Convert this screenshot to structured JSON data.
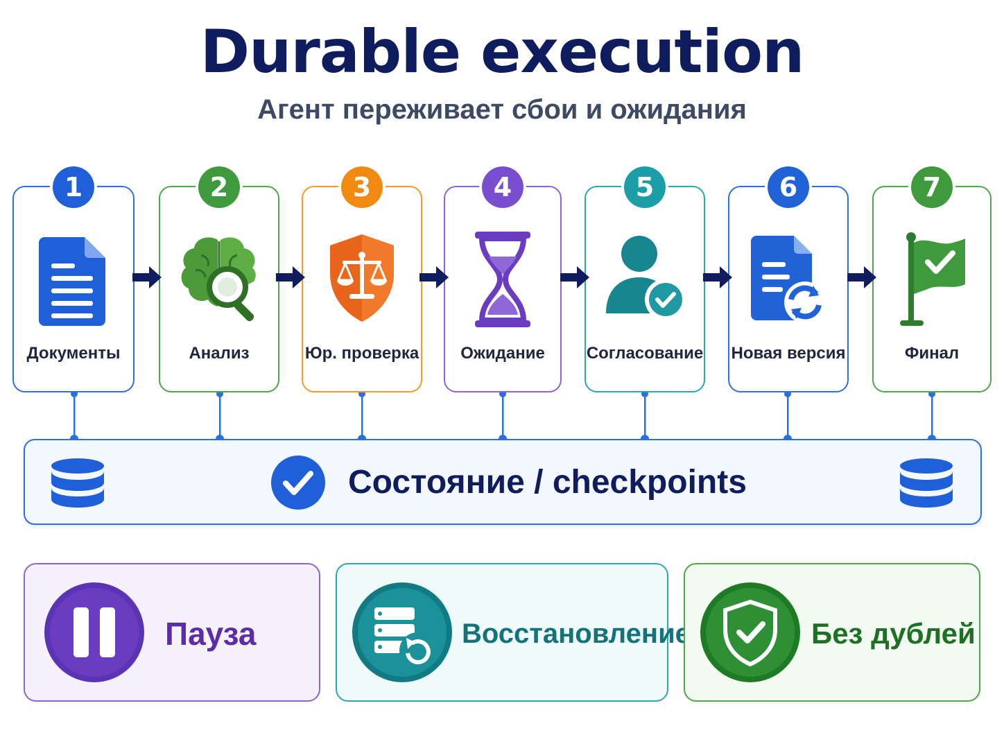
{
  "header": {
    "title": "Durable execution",
    "subtitle": "Агент переживает сбои и ожидания"
  },
  "steps": [
    {
      "number": "1",
      "label": "Документы",
      "icon": "document-icon",
      "color": "#1f5fd8"
    },
    {
      "number": "2",
      "label": "Анализ",
      "icon": "brain-search-icon",
      "color": "#3e9a3c"
    },
    {
      "number": "3",
      "label": "Юр. проверка",
      "icon": "legal-shield-icon",
      "color": "#f28a12"
    },
    {
      "number": "4",
      "label": "Ожидание",
      "icon": "hourglass-icon",
      "color": "#7a4fcf"
    },
    {
      "number": "5",
      "label": "Согласование",
      "icon": "user-approve-icon",
      "color": "#1b9ea6"
    },
    {
      "number": "6",
      "label": "Новая версия",
      "icon": "document-refresh-icon",
      "color": "#2163d6"
    },
    {
      "number": "7",
      "label": "Финал",
      "icon": "finish-flag-icon",
      "color": "#3e9a3c"
    }
  ],
  "state_bar": {
    "label": "Состояние / checkpoints",
    "left_icon": "database-icon",
    "right_icon": "database-icon",
    "center_icon": "check-circle-icon",
    "color": "#2d6fe0"
  },
  "features": [
    {
      "label": "Пауза",
      "icon": "pause-icon",
      "color": "#6a3cc0"
    },
    {
      "label": "Восстановление",
      "icon": "server-restore-icon",
      "color": "#17868e"
    },
    {
      "label": "Без дублей",
      "icon": "shield-check-icon",
      "color": "#23822a"
    }
  ]
}
